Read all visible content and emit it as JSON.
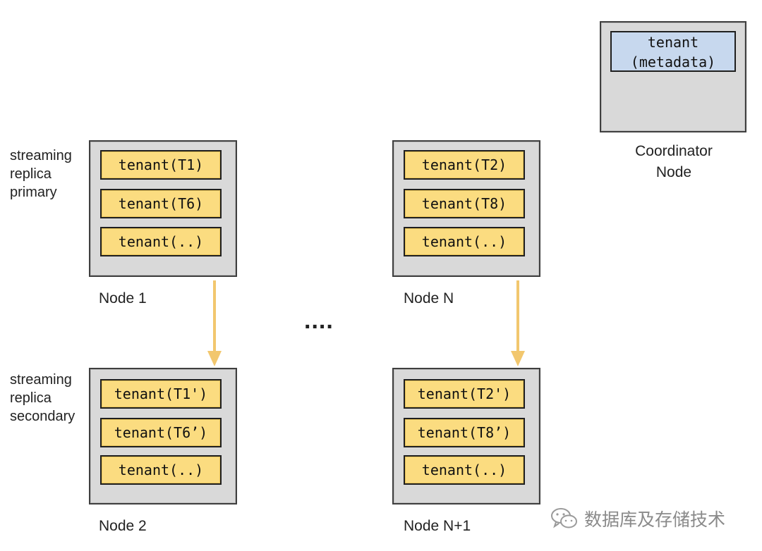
{
  "coordinator": {
    "metadata_line1": "tenant",
    "metadata_line2": "(metadata)",
    "label_line1": "Coordinator",
    "label_line2": "Node"
  },
  "side_labels": {
    "primary": [
      "streaming",
      "replica",
      "primary"
    ],
    "secondary": [
      "streaming",
      "replica",
      "secondary"
    ]
  },
  "nodes": {
    "node1": {
      "label": "Node 1",
      "tenants": [
        "tenant(T1)",
        "tenant(T6)",
        "tenant(..)"
      ]
    },
    "nodeN": {
      "label": "Node N",
      "tenants": [
        "tenant(T2)",
        "tenant(T8)",
        "tenant(..)"
      ]
    },
    "node2": {
      "label": "Node 2",
      "tenants": [
        "tenant(T1')",
        "tenant(T6’)",
        "tenant(..)"
      ]
    },
    "nodeN1": {
      "label": "Node N+1",
      "tenants": [
        "tenant(T2')",
        "tenant(T8’)",
        "tenant(..)"
      ]
    }
  },
  "ellipsis": "....",
  "watermark": "数据库及存储技术",
  "colors": {
    "node_fill": "#d9d9d9",
    "tenant_fill": "#fbdc80",
    "metadata_fill": "#c7d8ee",
    "arrow": "#f2c76e"
  }
}
